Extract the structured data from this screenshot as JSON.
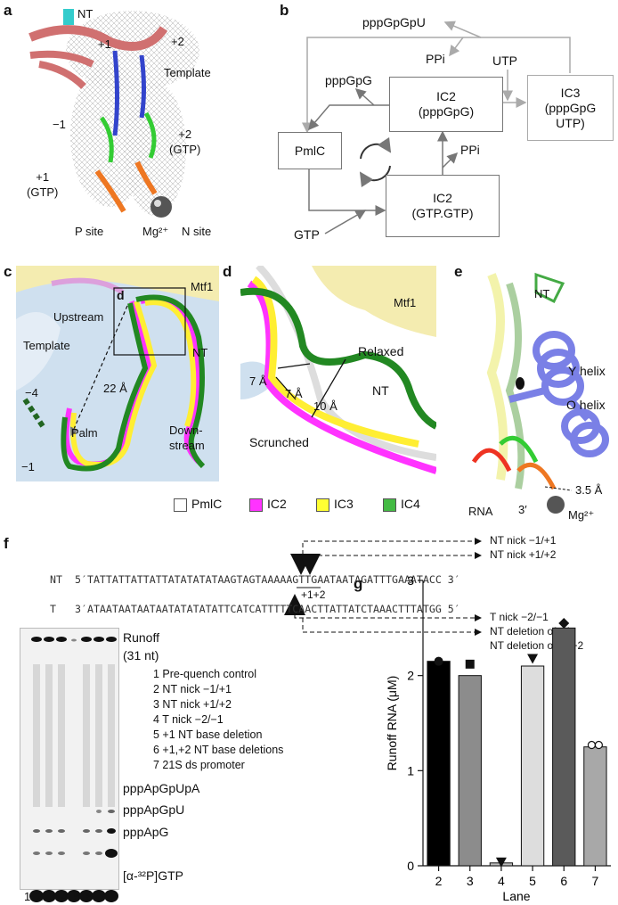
{
  "panels": {
    "a": "a",
    "b": "b",
    "c": "c",
    "d": "d",
    "e": "e",
    "f": "f",
    "g": "g"
  },
  "panel_a": {
    "labels": [
      "NT",
      "+1",
      "+2",
      "Template",
      "−1",
      "+2\n(GTP)",
      "+1\n(GTP)",
      "P site",
      "Mg²⁺",
      "N site"
    ]
  },
  "panel_b": {
    "boxes": {
      "pmlc": "PmlC",
      "ic2_pppgpg": "IC2\n(pppGpG)",
      "ic3": "IC3\n(pppGpG\nUTP)",
      "ic2_gtp": "IC2\n(GTP.GTP)"
    },
    "labels": {
      "pppgpgpu": "pppGpGpU",
      "ppi_top": "PPi",
      "utp": "UTP",
      "pppgpg": "pppGpG",
      "ppi_mid": "PPi",
      "gtp": "GTP"
    }
  },
  "panel_c": {
    "labels": {
      "d_inset": "d",
      "mtf1": "Mtf1",
      "upstream": "Upstream",
      "nt": "NT",
      "template": "Template",
      "dist": "22 Å",
      "minus4": "−4",
      "palm": "Palm",
      "minus1": "−1",
      "downstream": "Down-\nstream"
    }
  },
  "panel_d": {
    "labels": {
      "mtf1": "Mtf1",
      "relaxed": "Relaxed",
      "d7a": "7 Å",
      "d7b": "7 Å",
      "d10": "10 Å",
      "nt": "NT",
      "scrunched": "Scrunched"
    }
  },
  "panel_e": {
    "labels": {
      "nt": "NT",
      "y_helix": "Y helix",
      "o_helix": "O helix",
      "dist": "3.5 Å",
      "rna": "RNA",
      "three_prime": "3′",
      "mg": "Mg²⁺"
    }
  },
  "legend": [
    {
      "label": "PmlC",
      "color": "#ffffff"
    },
    {
      "label": "IC2",
      "color": "#ff33ff"
    },
    {
      "label": "IC3",
      "color": "#ffff33"
    },
    {
      "label": "IC4",
      "color": "#44bb44"
    }
  ],
  "panel_f": {
    "nt_strand_prefix": "NT",
    "nt_strand": "5′TATTATTATTATTATATATATAAGTAGTAAAAAGTTGAATAATAGATTTGAAATACC 3′",
    "t_strand_prefix": "T",
    "t_strand": "3′ATAATAATAATAATATATATATTCATCATTTTTCAACTTATTATCTAAACTTTATGG 5′",
    "pos_label": "+1+2",
    "annotations": [
      "NT nick −1/+1",
      "NT nick +1/+2",
      "T nick −2/−1",
      "NT deletion of +1",
      "NT deletion of +1+2"
    ],
    "runoff_label": "Runoff\n(31 nt)",
    "lane_list": [
      "1  Pre-quench control",
      "2  NT nick −1/+1",
      "3  NT nick +1/+2",
      "4  T nick −2/−1",
      "5  +1 NT base deletion",
      "6  +1,+2 NT base deletions",
      "7  21S ds promoter"
    ],
    "products": [
      "pppApGpUpA",
      "pppApGpU",
      "pppApG",
      "[α-³²P]GTP"
    ],
    "lane_numbers": [
      "1",
      "2",
      "3",
      "4",
      "5",
      "6",
      "7"
    ]
  },
  "chart_data": {
    "type": "bar",
    "categories": [
      "2",
      "3",
      "4",
      "5",
      "6",
      "7"
    ],
    "values": [
      2.15,
      2.0,
      0.03,
      2.1,
      2.5,
      1.25
    ],
    "points": [
      2.15,
      2.12,
      0.04,
      2.18,
      2.55,
      1.27
    ],
    "colors": [
      "#000000",
      "#8c8c8c",
      "#bbbbbb",
      "#dddddd",
      "#5a5a5a",
      "#a8a8a8"
    ],
    "markers": [
      "circle",
      "square",
      "triangle-down",
      "triangle-down",
      "diamond",
      "open-circle"
    ],
    "xlabel": "Lane",
    "ylabel": "Runoff RNA (μM)",
    "ylim": [
      0,
      3
    ],
    "yticks": [
      "0",
      "1",
      "2",
      "3"
    ]
  }
}
